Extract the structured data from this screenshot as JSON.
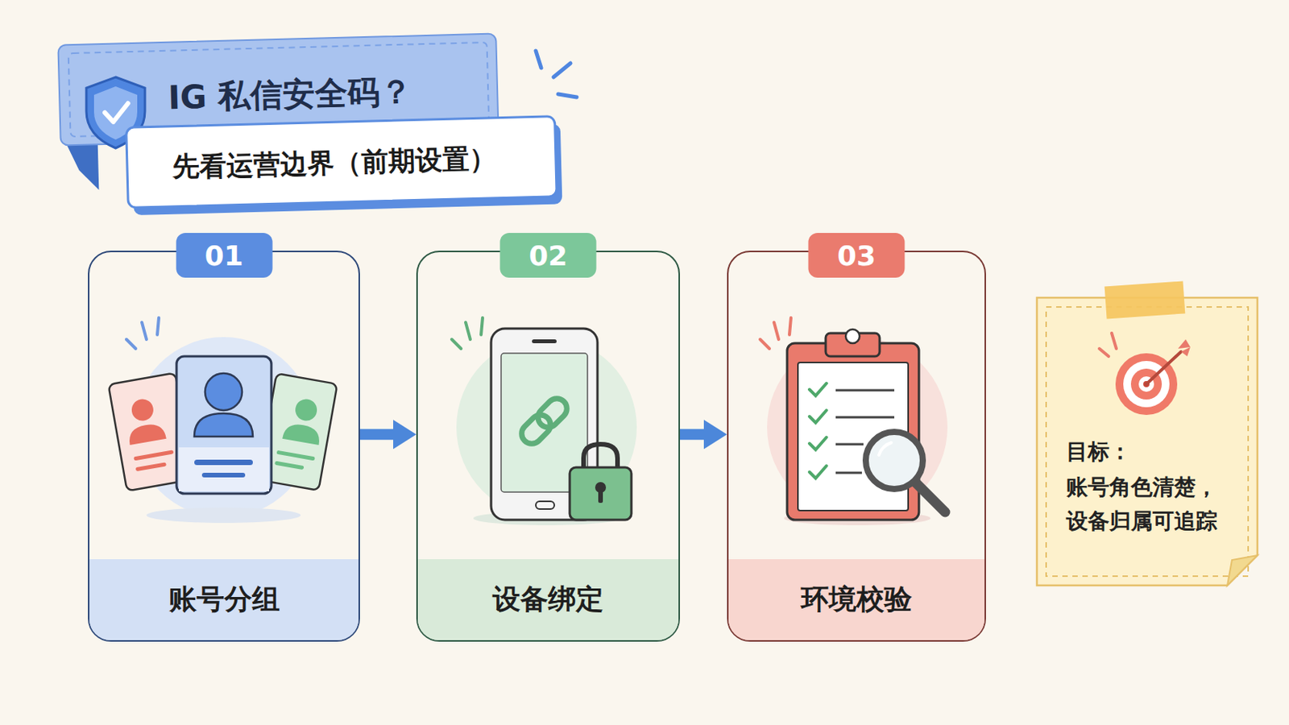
{
  "diagram": {
    "title": "IG 私信安全码？",
    "nodes": [
      {
        "text": [
          "01",
          "账号分组"
        ]
      },
      {
        "text": [
          "02",
          "设备绑定"
        ]
      },
      {
        "text": [
          "03",
          "环境校验"
        ]
      },
      {
        "text": [
          "目标：",
          "账号角色清楚， 设备归属可追踪"
        ]
      }
    ],
    "edges": [
      {
        "from": 0,
        "to": 1,
        "arrow": "to"
      },
      {
        "from": 1,
        "to": 2,
        "arrow": "to"
      }
    ],
    "labels": [
      "先看运营边界（前期设置）"
    ]
  }
}
